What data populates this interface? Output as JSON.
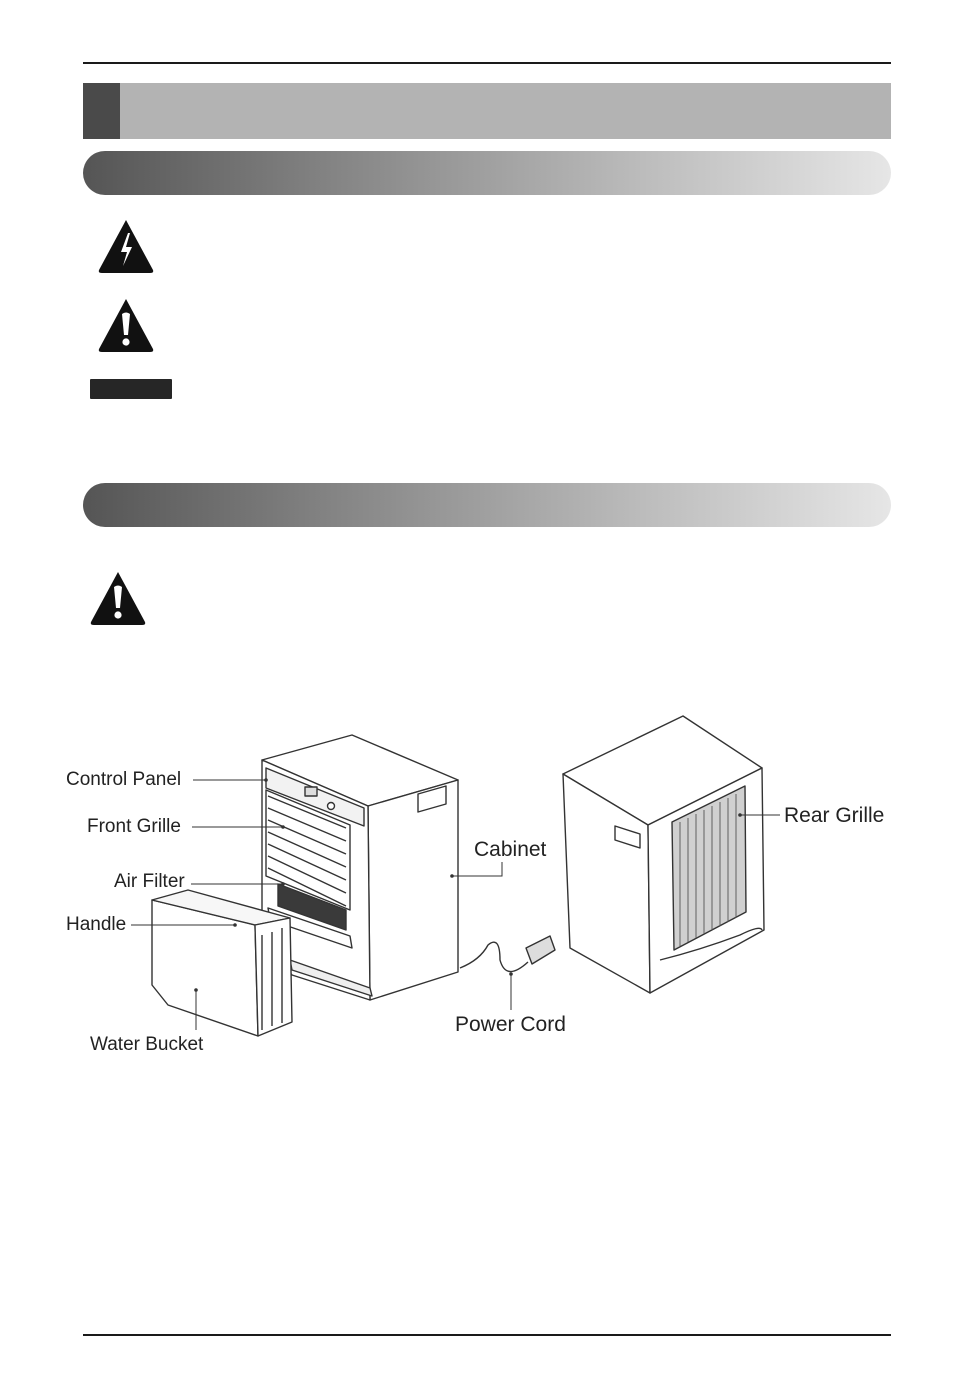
{
  "labels": {
    "control_panel": "Control Panel",
    "front_grille": "Front Grille",
    "air_filter": "Air Filter",
    "handle": "Handle",
    "water_bucket": "Water Bucket",
    "cabinet": "Cabinet",
    "power_cord": "Power Cord",
    "rear_grille": "Rear Grille"
  },
  "icons": {
    "shock": "electric-shock-warning-icon",
    "warning": "exclamation-warning-icon",
    "caution": "exclamation-warning-icon"
  },
  "colors": {
    "title_block": "#4a4a4a",
    "title_bar": "#b3b3b3",
    "label_black": "#262626"
  }
}
